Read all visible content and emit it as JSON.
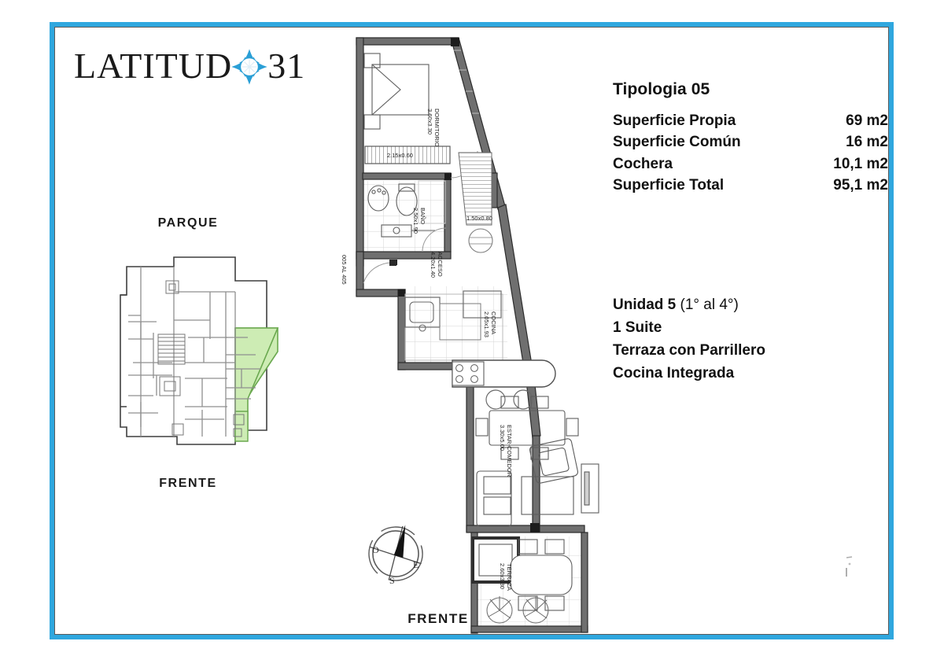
{
  "brand": {
    "word_left": "LATITUD",
    "word_right": "31",
    "mark_name": "compass-star-logo-mark",
    "mark_color": "#2a9fd6"
  },
  "frame": {
    "border_color": "#2fa7de",
    "inner_border_color": "#5a5a5a",
    "background": "#ffffff"
  },
  "info_panel": {
    "title": "Tipologia 05",
    "specs": [
      {
        "label": "Superficie Propia",
        "value": "69 m2"
      },
      {
        "label": "Superficie Común",
        "value": "16 m2"
      },
      {
        "label": "Cochera",
        "value": "10,1 m2"
      },
      {
        "label": "Superficie Total",
        "value": "95,1 m2"
      }
    ]
  },
  "features": {
    "unit_bold": "Unidad 5",
    "unit_light": " (1° al 4°)",
    "line2": "1 Suite",
    "line3": "Terraza con Parrillero",
    "line4": "Cocina Integrada"
  },
  "keyplan": {
    "top_label": "PARQUE",
    "bottom_label": "FRENTE",
    "highlight_fill": "#cdecb4",
    "highlight_stroke": "#6aa84f",
    "wall_color": "#3a3a3a",
    "partition_color": "#8a8a8a"
  },
  "floorplan": {
    "bottom_label": "FRENTE",
    "unit_stack_note": "005 AL 405",
    "rooms": [
      {
        "id": "dormitorio",
        "name": "DORMITORIO",
        "dims": "3.60x3.30"
      },
      {
        "id": "closet",
        "name": "",
        "dims": "2.15x0.60"
      },
      {
        "id": "bano",
        "name": "BAÑO",
        "dims": "2.50x1.90"
      },
      {
        "id": "balcon-servicio",
        "name": "",
        "dims": "1.50x0.80"
      },
      {
        "id": "acceso",
        "name": "ACCESO",
        "dims": "4.20x1.40"
      },
      {
        "id": "cocina",
        "name": "COCINA",
        "dims": "2.05x1.93"
      },
      {
        "id": "estar-comedor",
        "name": "ESTAR-COMEDOR",
        "dims": "3.30x5.00"
      },
      {
        "id": "terraza",
        "name": "TERRAZA",
        "dims": "2.60x3.30"
      }
    ],
    "compass": {
      "name": "north-arrow-compass",
      "west_label": "O",
      "east_label": "E",
      "south_label": "S"
    }
  }
}
